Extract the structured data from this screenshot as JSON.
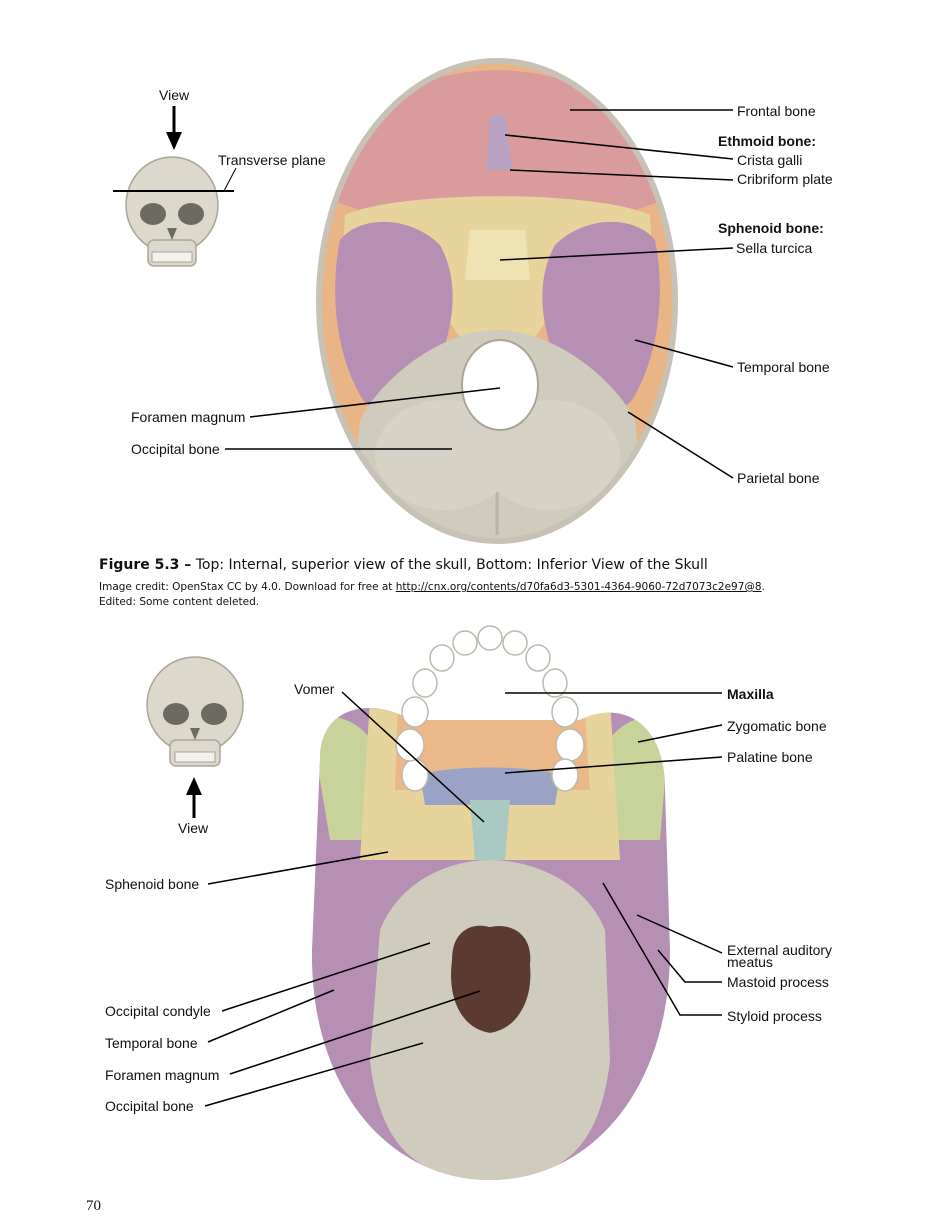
{
  "top_figure": {
    "view_label": "View",
    "plane_label": "Transverse plane",
    "labels": {
      "frontal": "Frontal bone",
      "ethmoid_heading": "Ethmoid bone:",
      "crista_galli": "Crista galli",
      "cribriform": "Cribriform plate",
      "sphenoid_heading": "Sphenoid bone:",
      "sella_turcica": "Sella turcica",
      "temporal": "Temporal bone",
      "parietal": "Parietal bone",
      "foramen_magnum": "Foramen magnum",
      "occipital": "Occipital bone"
    }
  },
  "caption": {
    "figure_number": "Figure 5.3 –",
    "title": " Top: Internal, superior view of the skull, Bottom: Inferior View of the Skull",
    "credit_prefix": "Image credit: OpenStax CC by 4.0.  Download for free at ",
    "credit_link": "http://cnx.org/contents/d70fa6d3-5301-4364-9060-72d7073c2e97@8",
    "credit_suffix": ".",
    "edited_note": "Edited: Some content deleted."
  },
  "bottom_figure": {
    "view_label": "View",
    "labels": {
      "vomer": "Vomer",
      "maxilla": "Maxilla",
      "zygomatic": "Zygomatic bone",
      "palatine": "Palatine bone",
      "sphenoid": "Sphenoid bone",
      "external_auditory_1": "External auditory",
      "external_auditory_2": "meatus",
      "mastoid": "Mastoid process",
      "styloid": "Styloid process",
      "occipital_condyle": "Occipital condyle",
      "temporal": "Temporal bone",
      "foramen_magnum": "Foramen magnum",
      "occipital": "Occipital bone"
    }
  },
  "page_number": "70",
  "colors": {
    "frontal": "#d99b9b",
    "sphenoid": "#e6d49c",
    "temporal": "#b68fb4",
    "parietal": "#e9b486",
    "occipital": "#cfcbbd",
    "maxilla": "#ebb889",
    "zygomatic": "#c7d39a",
    "palatine": "#9aa3c5",
    "vomer": "#a9c9c2",
    "bone_edge": "#dedad2",
    "foramen": "#5b3a2f"
  }
}
